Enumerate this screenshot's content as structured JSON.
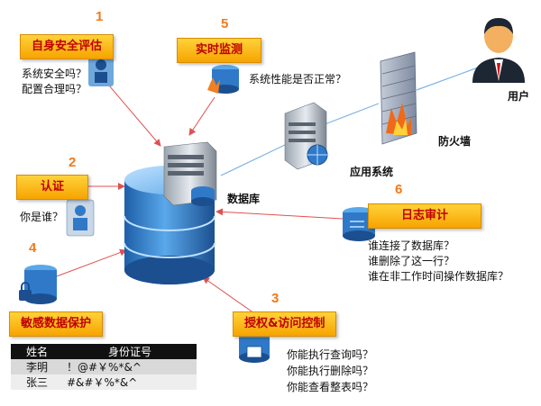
{
  "nodes": {
    "risk_assessment": {
      "number": "1",
      "label": "自身安全评估",
      "questions": [
        "系统安全吗？",
        "配置合理吗？"
      ]
    },
    "authentication": {
      "number": "2",
      "label": "认证",
      "questions": [
        "你是谁？"
      ]
    },
    "access_control": {
      "number": "3",
      "label": "授权&访问控制",
      "questions": [
        "你能执行查询吗？",
        "你能执行删除吗？",
        "你能查看整表吗？"
      ]
    },
    "sensitive_data": {
      "number": "4",
      "label": "敏感数据保护"
    },
    "realtime_monitor": {
      "number": "5",
      "label": "实时监测",
      "questions": [
        "系统性能是否正常？"
      ]
    },
    "log_audit": {
      "number": "6",
      "label": "日志审计",
      "questions": [
        "谁连接了数据库？",
        "谁删除了这一行？",
        "谁在非工作时间操作数据库？"
      ]
    }
  },
  "components": {
    "user": "用户",
    "firewall": "防火墙",
    "app_system": "应用系统",
    "database": "数据库"
  },
  "table": {
    "headers": [
      "姓名",
      "身份证号"
    ],
    "rows": [
      [
        "李明",
        "！@#￥%*&^"
      ],
      [
        "张三",
        "#&#￥%*&^"
      ]
    ]
  },
  "colors": {
    "accent": "#f6a400",
    "label_text": "#c00000",
    "number": "#f07a1a",
    "arrow": "#e05050",
    "db_blue": "#2f79c8"
  }
}
